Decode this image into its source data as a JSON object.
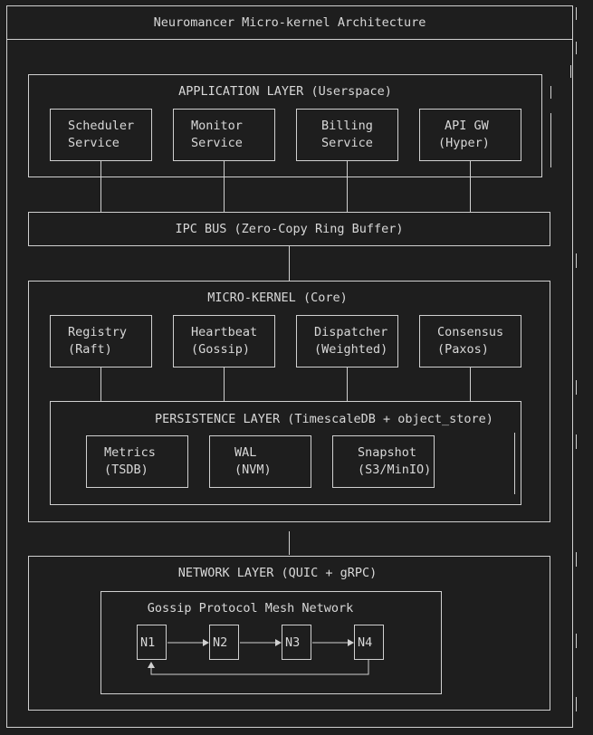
{
  "title": "Neuromancer Micro-kernel Architecture",
  "app_layer": {
    "title": "APPLICATION LAYER (Userspace)",
    "services": [
      {
        "l1": "Scheduler",
        "l2": "Service"
      },
      {
        "l1": "Monitor",
        "l2": "Service"
      },
      {
        "l1": "Billing",
        "l2": "Service"
      },
      {
        "l1": "API GW",
        "l2": "(Hyper)"
      }
    ]
  },
  "ipc_bus": "IPC BUS (Zero-Copy Ring Buffer)",
  "kernel": {
    "title": "MICRO-KERNEL (Core)",
    "modules": [
      {
        "l1": "Registry",
        "l2": "(Raft)"
      },
      {
        "l1": "Heartbeat",
        "l2": "(Gossip)"
      },
      {
        "l1": "Dispatcher",
        "l2": "(Weighted)"
      },
      {
        "l1": "Consensus",
        "l2": "(Paxos)"
      }
    ],
    "persistence": {
      "title": "PERSISTENCE LAYER (TimescaleDB + object_store)",
      "stores": [
        {
          "l1": "Metrics",
          "l2": "(TSDB)"
        },
        {
          "l1": "WAL",
          "l2": "(NVM)"
        },
        {
          "l1": "Snapshot",
          "l2": "(S3/MinIO)"
        }
      ]
    }
  },
  "network": {
    "title": "NETWORK LAYER (QUIC + gRPC)",
    "mesh_title": "Gossip Protocol Mesh Network",
    "nodes": [
      "N1",
      "N2",
      "N3",
      "N4"
    ]
  }
}
